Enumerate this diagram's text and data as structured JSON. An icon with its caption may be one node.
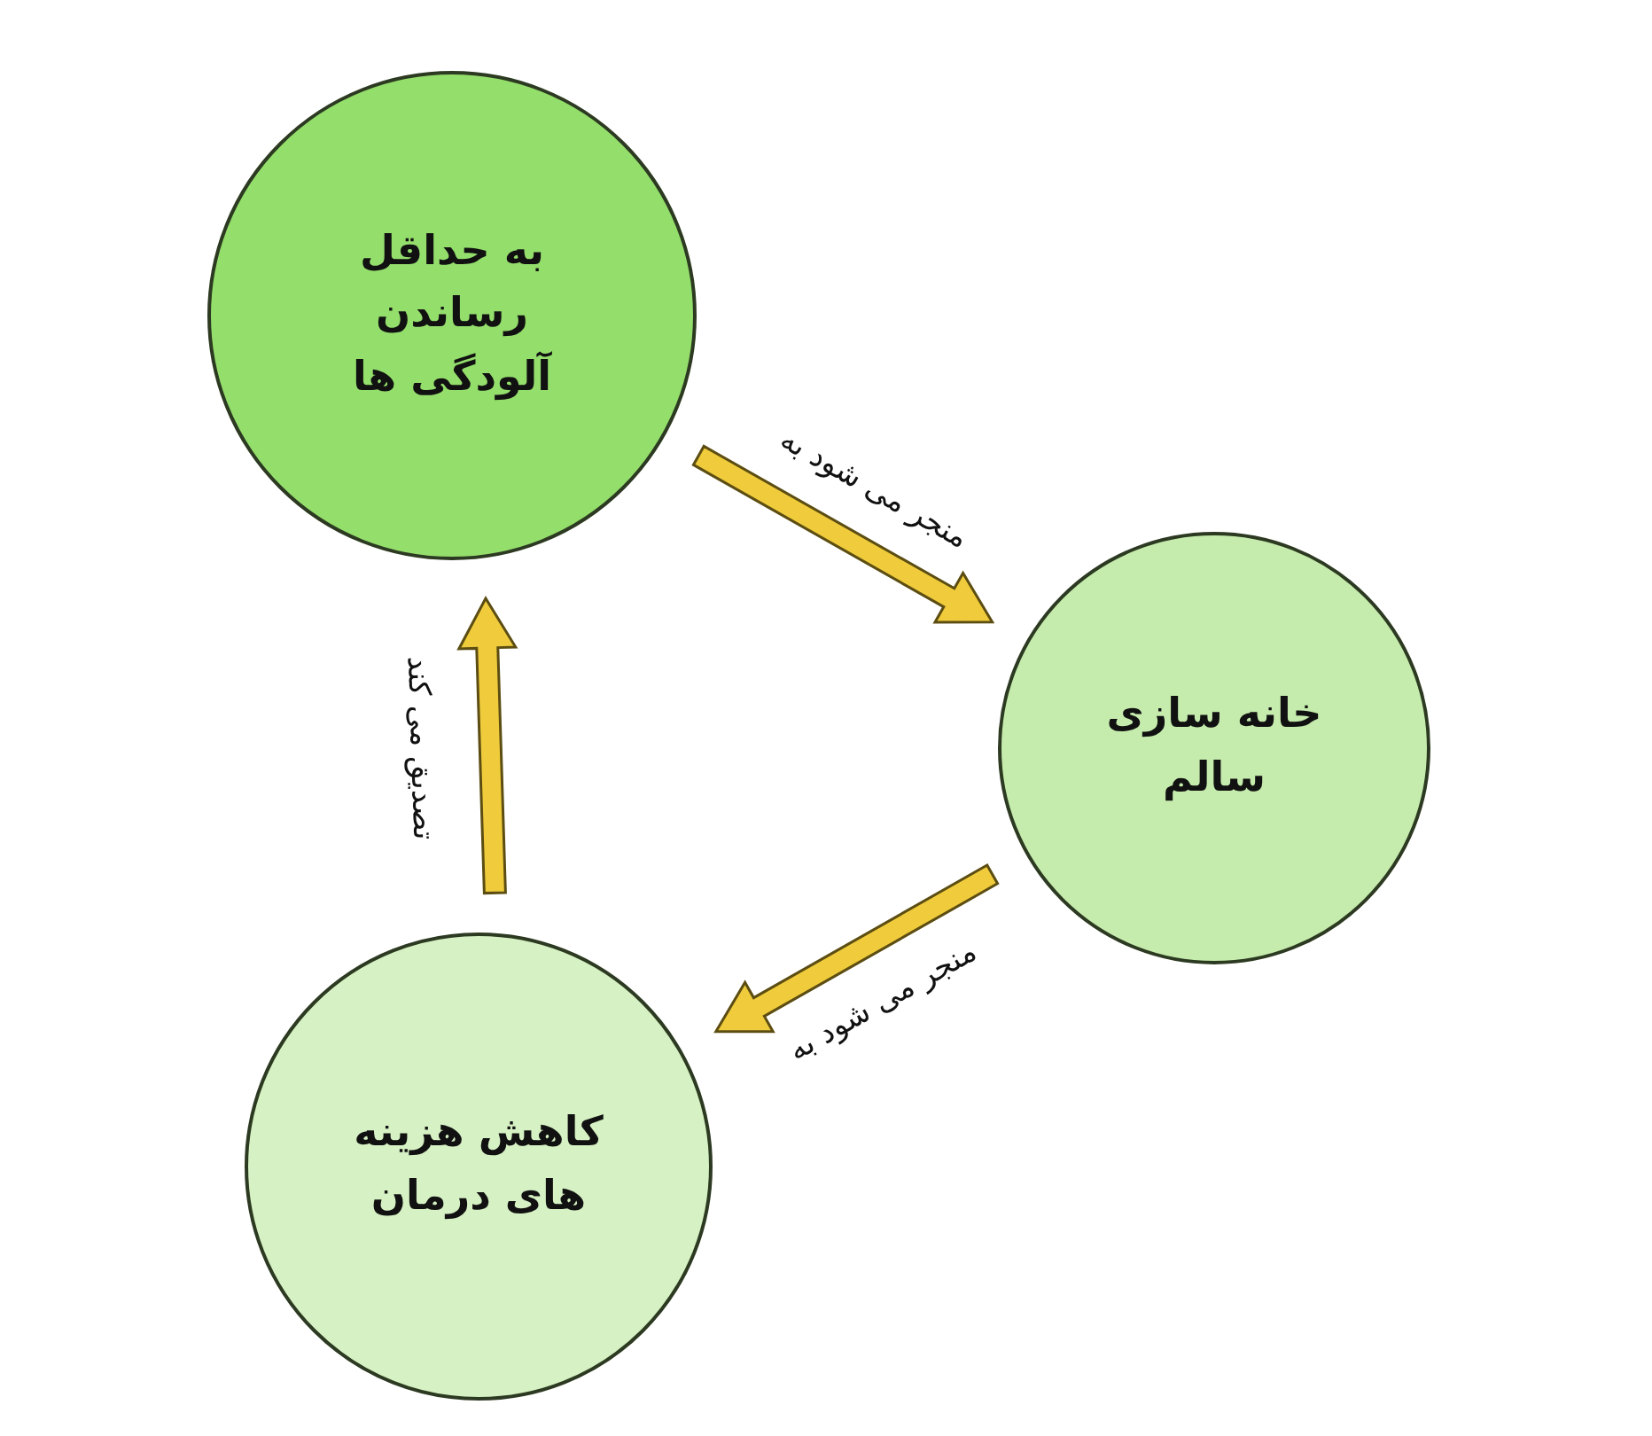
{
  "diagram": {
    "nodes": [
      {
        "text": [
          "به حداقل رساندن آلودگی ها"
        ]
      },
      {
        "text": [
          "خانه سازی سالم"
        ]
      },
      {
        "text": [
          "کاهش هزینه های درمان"
        ]
      }
    ],
    "edges": [
      {
        "from": 0,
        "to": 1,
        "arrow": "to",
        "label": "منجر می شود به"
      },
      {
        "from": 1,
        "to": 2,
        "arrow": "to",
        "label": "منجر می شود به"
      },
      {
        "from": 2,
        "to": 0,
        "arrow": "to",
        "label": "تصدیق می کند"
      }
    ]
  }
}
